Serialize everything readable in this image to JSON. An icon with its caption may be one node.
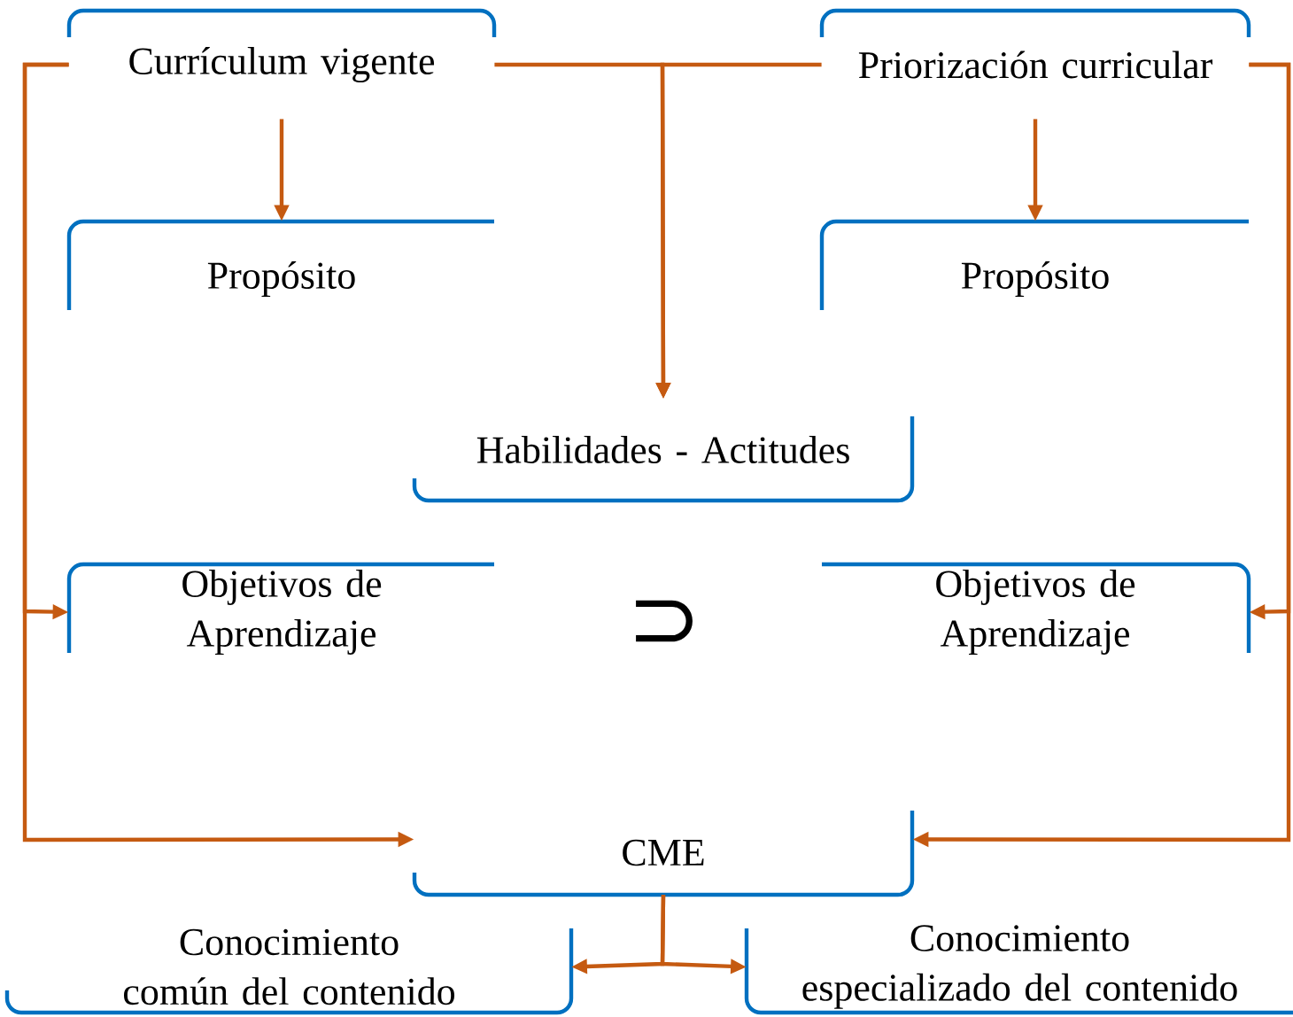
{
  "diagram": {
    "nodes": [
      {
        "text": [
          "Currículum vigente"
        ]
      },
      {
        "text": [
          "Priorización curricular"
        ]
      },
      {
        "text": [
          "Propósito"
        ]
      },
      {
        "text": [
          "Propósito"
        ]
      },
      {
        "text": [
          "Habilidades - Actitudes"
        ]
      },
      {
        "text": [
          "Objetivos de Aprendizaje"
        ]
      },
      {
        "text": [
          "Objetivos de Aprendizaje"
        ]
      },
      {
        "text": [
          "CME"
        ]
      },
      {
        "text": [
          "Conocimiento común del contenido"
        ]
      },
      {
        "text": [
          "Conocimiento especializado del contenido"
        ]
      }
    ],
    "edges": [
      {
        "from": 0,
        "to": 2,
        "arrow": "to"
      },
      {
        "from": 1,
        "to": 3,
        "arrow": "to"
      },
      {
        "from": 0,
        "to": 4,
        "arrow": "to"
      },
      {
        "from": 1,
        "to": 4,
        "arrow": "to"
      },
      {
        "from": 0,
        "to": 5,
        "arrow": "to"
      },
      {
        "from": 0,
        "to": 7,
        "arrow": "to"
      },
      {
        "from": 1,
        "to": 6,
        "arrow": "to"
      },
      {
        "from": 1,
        "to": 7,
        "arrow": "to"
      },
      {
        "from": 7,
        "to": 8,
        "arrow": "to"
      },
      {
        "from": 7,
        "to": 9,
        "arrow": "to"
      }
    ],
    "labels": [
      "⊃"
    ]
  }
}
